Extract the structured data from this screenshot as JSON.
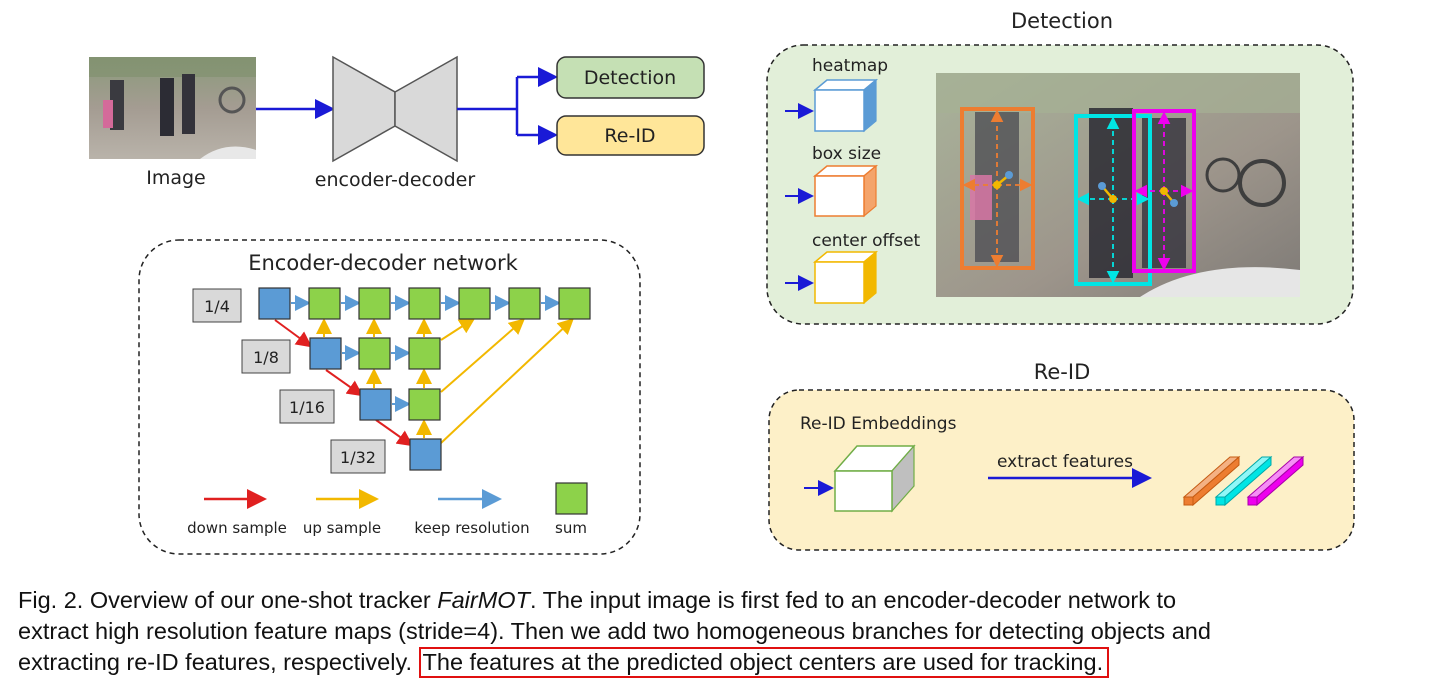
{
  "overview": {
    "image_label": "Image",
    "encdec_label": "encoder-decoder",
    "detection_box": "Detection",
    "reid_box": "Re-ID"
  },
  "network": {
    "title": "Encoder-decoder network",
    "scales": [
      "1/4",
      "1/8",
      "1/16",
      "1/32"
    ],
    "legend": {
      "down": "down sample",
      "up": "up sample",
      "keep": "keep resolution",
      "sum": "sum"
    }
  },
  "detection": {
    "title": "Detection",
    "heads": [
      "heatmap",
      "box size",
      "center offset"
    ]
  },
  "reid": {
    "title": "Re-ID",
    "embeddings": "Re-ID Embeddings",
    "extract": "extract features"
  },
  "caption": {
    "line1_a": "Fig. 2.  Overview of our one-shot tracker ",
    "line1_em": "FairMOT",
    "line1_b": ". The input image is first fed to an encoder-decoder network to",
    "line2": "extract high resolution feature maps (stride=4). Then we add two homogeneous branches for detecting objects and",
    "line3_a": "extracting re-ID features, respectively. ",
    "line3_hl": "The features at the predicted object centers are used for tracking."
  },
  "colors": {
    "arrow_blue": "#1a1ad6",
    "down": "#e02020",
    "up": "#f2b800",
    "keep": "#5b9bd5",
    "node_blue": "#5b9bd5",
    "node_green": "#8dd24a",
    "det_bg": "#e2efd9",
    "reid_bg": "#fdf0c8",
    "orange": "#ed7d31",
    "cyan": "#00e5e5",
    "magenta": "#ee00ee"
  }
}
